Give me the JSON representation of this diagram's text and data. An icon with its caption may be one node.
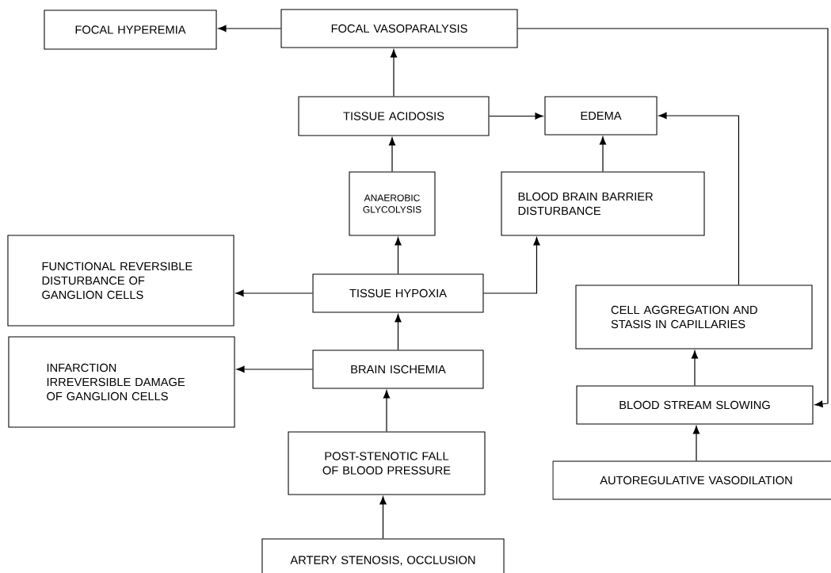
{
  "diagram": {
    "nodes": [
      {
        "text": [
          "FOCAL HYPEREMIA"
        ]
      },
      {
        "text": [
          "FOCAL VASOPARALYSIS"
        ]
      },
      {
        "text": [
          "TISSUE ACIDOSIS"
        ]
      },
      {
        "text": [
          "EDEMA"
        ]
      },
      {
        "text": [
          "ANAEROBIC GLYCOLYSIS"
        ]
      },
      {
        "text": [
          "BLOOD BRAIN BARRIER DISTURBANCE"
        ]
      },
      {
        "text": [
          "FUNCTIONAL REVERSIBLE DISTURBANCE OF GANGLION CELLS"
        ]
      },
      {
        "text": [
          "TISSUE HYPOXIA"
        ]
      },
      {
        "text": [
          "INFARCTION IRREVERSIBLE DAMAGE OF GANGLION CELLS"
        ]
      },
      {
        "text": [
          "BRAIN ISCHEMIA"
        ]
      },
      {
        "text": [
          "CELL AGGREGATION AND STASIS IN CAPILLARIES"
        ]
      },
      {
        "text": [
          "BLOOD STREAM SLOWING"
        ]
      },
      {
        "text": [
          "POST-STENOTIC FALL OF BLOOD PRESSURE"
        ]
      },
      {
        "text": [
          "AUTOREGULATIVE VASODILATION"
        ]
      },
      {
        "text": [
          "ARTERY STENOSIS, OCCLUSION"
        ]
      }
    ],
    "edges": [
      {
        "from": 1,
        "to": 0,
        "arrow": "to"
      },
      {
        "from": 2,
        "to": 1,
        "arrow": "to"
      },
      {
        "from": 2,
        "to": 3,
        "arrow": "to"
      },
      {
        "from": 4,
        "to": 2,
        "arrow": "to"
      },
      {
        "from": 5,
        "to": 3,
        "arrow": "to"
      },
      {
        "from": 7,
        "to": 4,
        "arrow": "to"
      },
      {
        "from": 7,
        "to": 5,
        "arrow": "to"
      },
      {
        "from": 7,
        "to": 6,
        "arrow": "to"
      },
      {
        "from": 9,
        "to": 8,
        "arrow": "to"
      },
      {
        "from": 9,
        "to": 7,
        "arrow": "to"
      },
      {
        "from": 12,
        "to": 9,
        "arrow": "to"
      },
      {
        "from": 14,
        "to": 12,
        "arrow": "to"
      },
      {
        "from": 13,
        "to": 11,
        "arrow": "to"
      },
      {
        "from": 11,
        "to": 10,
        "arrow": "to"
      },
      {
        "from": 10,
        "to": 3,
        "arrow": "to"
      },
      {
        "from": 1,
        "to": 11,
        "arrow": "to"
      }
    ]
  }
}
